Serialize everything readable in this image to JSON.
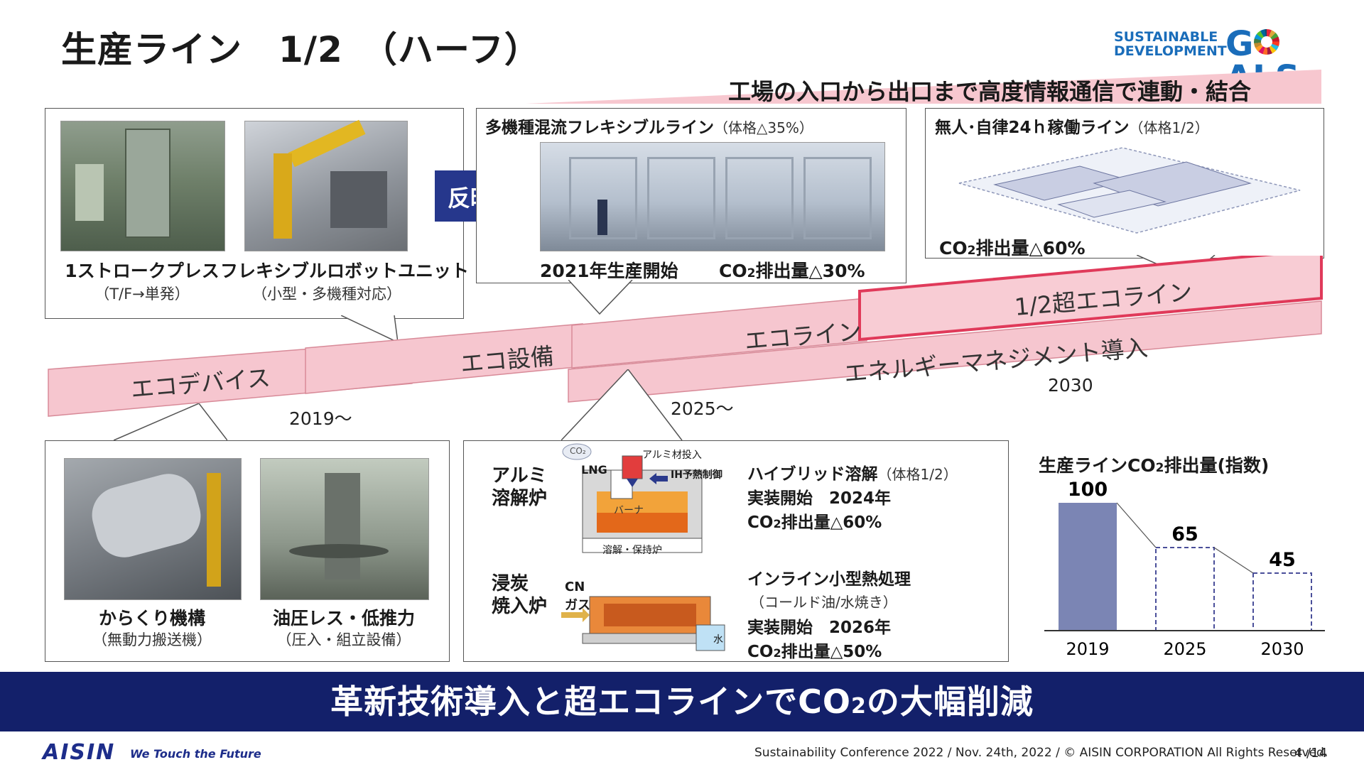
{
  "title": "生産ライン　1/2　（ハーフ）",
  "sdg": {
    "line1": "SUSTAINABLE",
    "line2": "DEVELOPMENT",
    "goals_pre": "G",
    "goals_post": "ALS"
  },
  "top_banner": "工場の入口から出口まで高度情報通信で連動・結合",
  "box_devices": {
    "item1": {
      "caption": "1ストロークプレス",
      "sub": "（T/F→単発）"
    },
    "item2": {
      "caption": "フレキシブルロボットユニット",
      "sub": "（小型・多機種対応）"
    }
  },
  "arrow_label": "反映",
  "box_flex": {
    "title": "多機種混流フレキシブルライン",
    "title_note": "（体格△35%）",
    "start": "2021年生産開始",
    "co2_pre": "CO",
    "co2_sub": "2",
    "co2_post": "排出量△30%"
  },
  "box_unmanned": {
    "title": "無人･自律24ｈ稼働ライン",
    "title_note": "（体格1/2）",
    "co2_pre": "CO",
    "co2_sub": "2",
    "co2_post": "排出量△60%"
  },
  "bands": {
    "eco_device": "エコデバイス",
    "eco_equipment": "エコ設備",
    "eco_line": "エコライン",
    "super_eco_line": "1/2超エコライン",
    "energy_mgmt": "エネルギーマネジメント導入"
  },
  "years": {
    "y2019": "2019～",
    "y2025": "2025～",
    "y2030": "2030"
  },
  "box_karakuri": {
    "item1": {
      "caption": "からくり機構",
      "sub": "（無動力搬送機）"
    },
    "item2": {
      "caption": "油圧レス・低推力",
      "sub": "（圧入・組立設備）"
    }
  },
  "box_furnace": {
    "alumi_label": "アルミ\n溶解炉",
    "carb_label": "浸炭\n焼入炉",
    "diagram1": {
      "co2": "CO₂",
      "lng": "LNG",
      "alumi_in": "アルミ材投入",
      "ih": "IH予熱制御",
      "burner": "バーナ",
      "furnace": "溶解・保持炉"
    },
    "diagram2": {
      "cn": "CN",
      "gas": "ガス",
      "water": "水"
    },
    "hybrid": {
      "title": "ハイブリッド溶解",
      "note": "（体格1/2）",
      "start": "実装開始　2024年",
      "co2_pre": "CO",
      "co2_sub": "2",
      "co2_post": "排出量△60%"
    },
    "inline": {
      "title": "インライン小型熱処理",
      "note": "（コールド油/水焼き）",
      "start": "実装開始　2026年",
      "co2_pre": "CO",
      "co2_sub": "2",
      "co2_post": "排出量△50%"
    }
  },
  "chart_title_pre": "生産ラインCO",
  "chart_title_sub": "2",
  "chart_title_post": "排出量(指数)",
  "chart_data": {
    "type": "bar",
    "categories": [
      "2019",
      "2025",
      "2030"
    ],
    "values": [
      100,
      65,
      45
    ],
    "ylim": [
      0,
      100
    ],
    "title": "生産ラインCO2排出量(指数)",
    "colors": {
      "actual": "#7b85b4",
      "target_border": "#4a4f9a"
    }
  },
  "bottom_banner_pre": "革新技術導入と超エコラインでCO",
  "bottom_banner_sub": "2",
  "bottom_banner_post": "の大幅削減",
  "footer": {
    "brand": "AISIN",
    "tagline": "We Touch the Future",
    "copyright": "Sustainability Conference 2022 / Nov. 24th, 2022 / © AISIN CORPORATION All Rights Reserved.",
    "page": "4 /14"
  }
}
